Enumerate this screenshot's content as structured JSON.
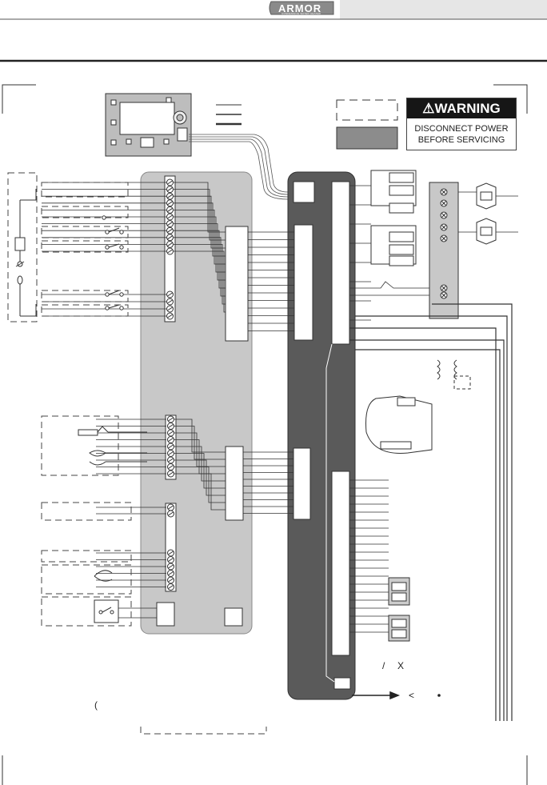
{
  "header": {
    "logo_text": "ARMOR",
    "logo_subtext": "CONDENSING WATER HEATER"
  },
  "warning": {
    "heading": "WARNING",
    "line1": "DISCONNECT POWER",
    "line2": "BEFORE SERVICING",
    "icon": "warning-triangle-icon"
  },
  "symbols": {
    "slash_mark": "/",
    "x_mark": "X",
    "arrow_mark": "<",
    "paren_mark": "("
  },
  "colors": {
    "left_panel": "#c8c8c8",
    "center_panel": "#5a5a5a",
    "header_bar": "#e6e6e6",
    "warning_bg": "#161616",
    "legend_gray_box": "#8c8c8c"
  }
}
